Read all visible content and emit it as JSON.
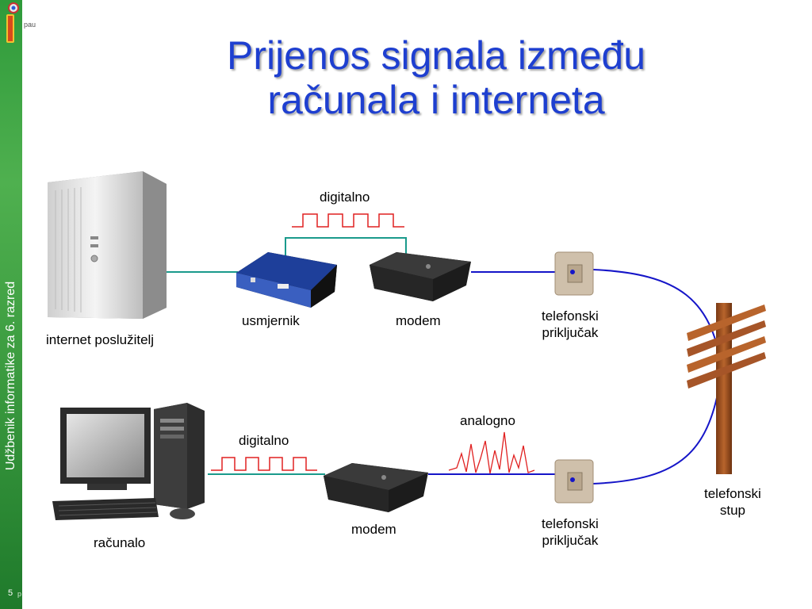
{
  "slide": {
    "title_line1": "Prijenos signala između",
    "title_line2": "računala i interneta",
    "sidebar_text": "Udžbenik informatike za 6. razred",
    "page_number": "5",
    "logo_text": "pau"
  },
  "labels": {
    "digital_top": "digitalno",
    "digital_bottom": "digitalno",
    "analog": "analogno",
    "server": "internet poslužitelj",
    "router": "usmjernik",
    "modem_top": "modem",
    "modem_bottom": "modem",
    "jack_top_line1": "telefonski",
    "jack_top_line2": "priključak",
    "jack_bottom_line1": "telefonski",
    "jack_bottom_line2": "priključak",
    "pole_line1": "telefonski",
    "pole_line2": "stup",
    "computer": "računalo"
  },
  "colors": {
    "title": "#1e3fd0",
    "sidebar": "#3c9c40",
    "teal_link": "#1a9a8c",
    "phone_line": "#1515c8",
    "signal": "#e02020",
    "pole": "#a0522d"
  }
}
